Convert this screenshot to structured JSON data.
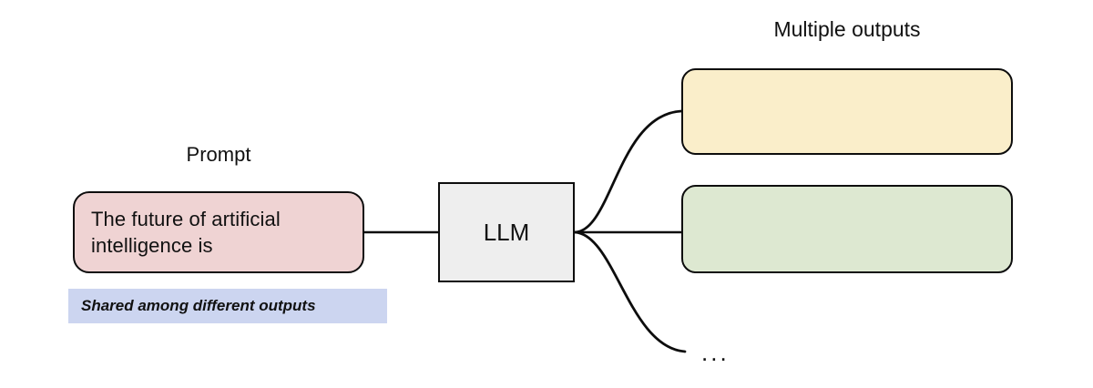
{
  "figure": {
    "type": "diagram",
    "description": "LLM prompt-to-multiple-outputs branching diagram"
  },
  "prompt": {
    "label": "Prompt",
    "text": "The future of artificial\nintelligence is",
    "fill_color": "#efd3d3",
    "border_color": "#0d0d0d"
  },
  "shared_note": {
    "text": "Shared among different outputs",
    "fill_color": "#ccd5f0"
  },
  "model": {
    "label": "LLM",
    "fill_color": "#eeeeee",
    "border_color": "#0d0d0d"
  },
  "outputs": {
    "label": "Multiple outputs",
    "items": [
      {
        "text": "",
        "fill_color": "#faeeca"
      },
      {
        "text": "",
        "fill_color": "#dde8d1"
      }
    ],
    "more_indicator": "..."
  },
  "connectors": {
    "prompt_to_model": "straight",
    "model_to_output_1": "curve-up",
    "model_to_output_2": "straight",
    "model_to_more": "curve-down",
    "stroke_color": "#0d0d0d"
  }
}
